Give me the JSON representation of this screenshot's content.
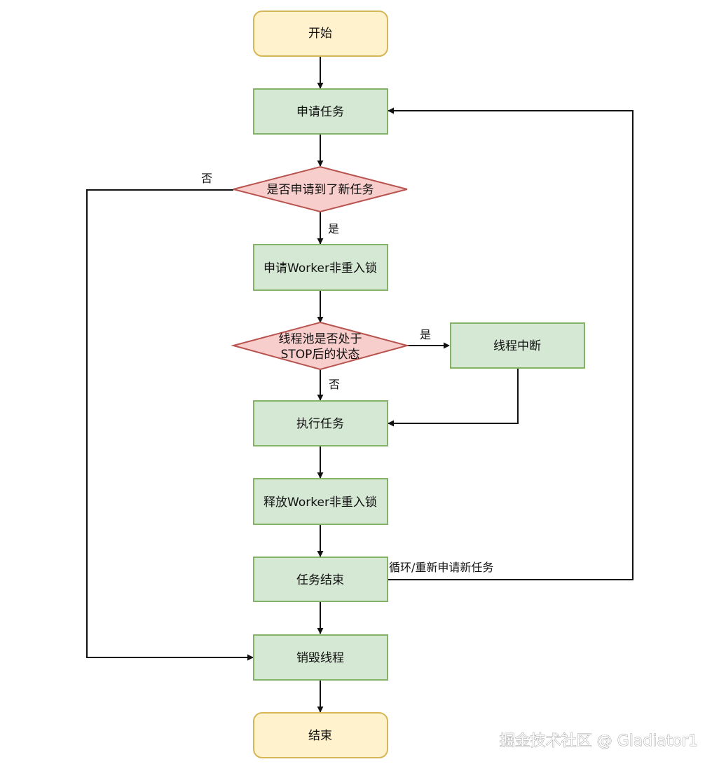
{
  "colors": {
    "terminal_fill": "#fff2cc",
    "terminal_stroke": "#d6b656",
    "process_fill": "#d5e8d4",
    "process_stroke": "#82b366",
    "decision_fill": "#f8cecc",
    "decision_stroke": "#b85450",
    "edge": "#111111"
  },
  "nodes": {
    "start": "开始",
    "apply_task": "申请任务",
    "got_new_task": "是否申请到了新任务",
    "acquire_lock": "申请Worker非重入锁",
    "pool_stop_line1": "线程池是否处于",
    "pool_stop_line2": "STOP后的状态",
    "thread_interrupt": "线程中断",
    "run_task": "执行任务",
    "release_lock": "释放Worker非重入锁",
    "task_end": "任务结束",
    "destroy_thread": "销毁线程",
    "end": "结束"
  },
  "edges": {
    "no_task_label": "否",
    "has_task_label": "是",
    "stop_yes_label": "是",
    "stop_no_label": "否",
    "loop_label": "循环/重新申请新任务"
  },
  "watermark": "掘金技术社区 @ Gladiator1"
}
